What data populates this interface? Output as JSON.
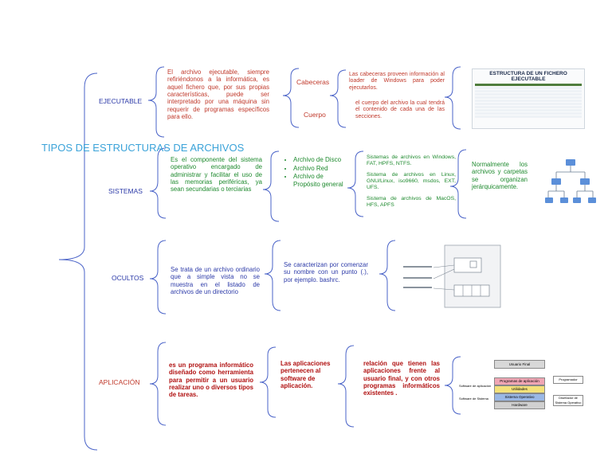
{
  "title": "TIPOS DE ESTRUCTURAS DE ARCHIVOS",
  "categories": {
    "ejecutable": "EJECUTABLE",
    "sistemas": "SISTEMAS",
    "ocultos": "OCULTOS",
    "aplicacion": "APLICACIÓN"
  },
  "ejecutable": {
    "definition": "El archivo ejecutable, siempre refiriéndonos a la informática, es aquel fichero que, por sus propias características, puede ser interpretado por una máquina sin requerir de programas específicos para ello.",
    "part1": "Cabeceras",
    "part2": "Cuerpo",
    "cabeceras_desc": "Las cabeceras proveen información al loader de Windows para poder ejecutarlos.",
    "cuerpo_desc": "el cuerpo del archivo la cual tendrá el contenido de cada una de las secciones.",
    "image_title": "ESTRUCTURA DE UN FICHERO EJECUTABLE"
  },
  "sistemas": {
    "definition": "Es el componente del sistema operativo encargado de administrar y facilitar el uso de las memorias periféricas, ya sean secundarias o terciarias",
    "items": [
      "Archivo de Disco",
      "Archivo Red",
      "Archivo de Propósito general"
    ],
    "desc1": "Sistemas de archivos en Windows, FAT, HPFS, NTFS.",
    "desc2": "Sistema de archivos en Linux, GNU/Linux, iso9660, msdos, EXT, UFS.",
    "desc3": "Sistema de archivos de MacOS, HFS, APFS",
    "hierarchy": "Normalmente los archivos y carpetas se organizan jerárquicamente."
  },
  "ocultos": {
    "definition": "Se trata de un archivo ordinario que a simple vista no se muestra en el listado de archivos de un directorio",
    "desc": "Se caracterizan por comenzar su nombre con un punto (.), por ejemplo. bashrc."
  },
  "aplicacion": {
    "definition": "es un programa informático diseñado como herramienta para permitir a un usuario realizar uno o diversos tipos de tareas.",
    "pertenece": "Las aplicaciones pertenecen al software de aplicación.",
    "relacion": "relación que tienen las aplicaciones frente al usuario final, y con otros programas informáticos existentes .",
    "diagram_top": "Usuario Final",
    "diagram_layers": [
      "Programas de aplicación",
      "Utilidades",
      "Sistema Operativo",
      "Hardware"
    ],
    "diagram_right": [
      "Programador",
      "Diseñador de Sistema Operativo"
    ],
    "diagram_left": [
      "Software de aplicación",
      "Software de Sistema"
    ]
  }
}
